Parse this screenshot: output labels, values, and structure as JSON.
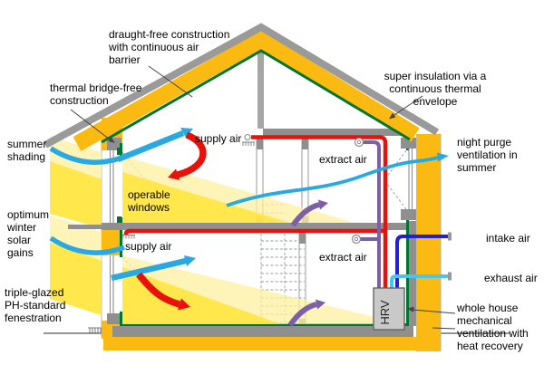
{
  "diagram": {
    "type": "passive-house cross-section schematic",
    "labels": {
      "draught_free": {
        "lines": [
          "draught-free construction",
          "with continuous air",
          "barrier"
        ]
      },
      "thermal_bridge": {
        "lines": [
          "thermal bridge-free",
          "construction"
        ]
      },
      "summer_shading": {
        "lines": [
          "summer",
          "shading"
        ]
      },
      "winter_gains": {
        "lines": [
          "optimum",
          "winter",
          "solar",
          "gains"
        ]
      },
      "triple_glazed": {
        "lines": [
          "triple-glazed",
          "PH-standard",
          "fenestration"
        ]
      },
      "operable_windows": {
        "lines": [
          "operable",
          "windows"
        ]
      },
      "super_insulation": {
        "lines": [
          "super insulation via a",
          "continuous thermal",
          "envelope"
        ]
      },
      "night_purge": {
        "lines": [
          "night purge",
          "ventilation in",
          "summer"
        ]
      },
      "whole_house": {
        "lines": [
          "whole house",
          "mechanical",
          "ventilation with",
          "heat recovery"
        ]
      },
      "supply_air_upper": "supply air",
      "supply_air_lower": "supply air",
      "extract_air_upper": "extract air",
      "extract_air_lower": "extract air",
      "intake_air": "intake air",
      "exhaust_air": "exhaust air",
      "hrv": "HRV"
    },
    "colors": {
      "insulation": "#FBBA12",
      "roof_gray": "#9A9A9A",
      "slab_gray": "#8F8F8F",
      "wall_light": "#A6A6A6",
      "air_barrier_green": "#00752F",
      "supply_red": "#E8120C",
      "breeze_blue": "#29A9E1",
      "intake_blue": "#2020D8",
      "exhaust_blue": "#45C6F0",
      "extract_purple": "#7D5FA8",
      "sun_pale": "#FFF0A0",
      "sun_bright": "#FFE431",
      "hrv_fill": "#C9C9C9",
      "label": "#000000",
      "leader": "#444444"
    }
  }
}
